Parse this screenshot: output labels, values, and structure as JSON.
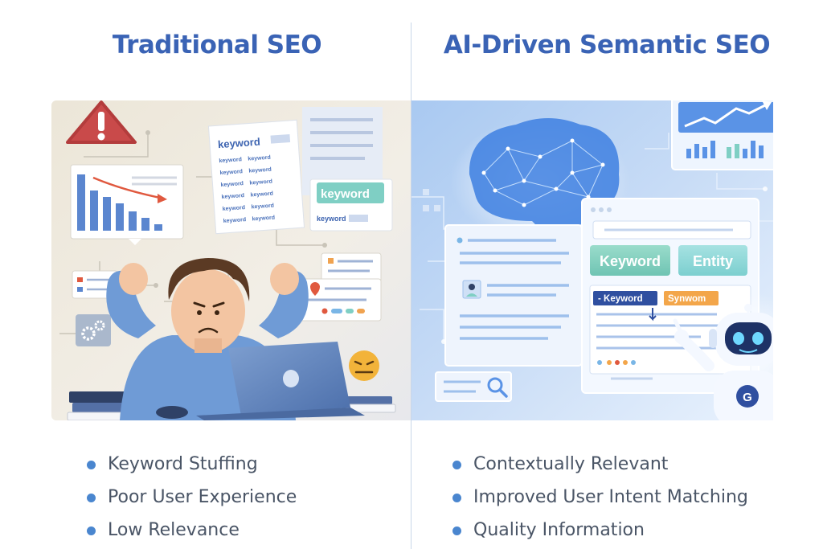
{
  "left_panel": {
    "title": "Traditional SEO",
    "illustration": {
      "warning_icon": "warning-triangle-icon",
      "doc_heading": "keyword",
      "doc_rows": [
        "keyword",
        "keyword",
        "keyword",
        "keyword",
        "keyword",
        "keyword",
        "keyword",
        "keyword",
        "keyword",
        "keyword",
        "keyword",
        "keyword"
      ],
      "callout_tag": "keyword",
      "callout_sub": "keyword",
      "emoji": "frustrated-face-icon",
      "gear_icon": "gears-icon"
    },
    "bullets": [
      "Keyword Stuffing",
      "Poor User Experience",
      "Low Relevance"
    ]
  },
  "right_panel": {
    "title": "AI-Driven Semantic SEO",
    "illustration": {
      "brain_icon": "neural-brain-icon",
      "tags": [
        "Keyword",
        "Entity"
      ],
      "chips": [
        "- Keyword",
        "Synwom"
      ],
      "robot_badge": "G",
      "robot_icon": "robot-assistant-icon"
    },
    "bullets": [
      "Contextually Relevant",
      "Improved User Intent Matching",
      "Quality Information"
    ]
  },
  "colors": {
    "title": "#3a63b5",
    "bullet_dot": "#4a86cf",
    "bullet_text": "#4a5566",
    "left_bg": "#efe9dc",
    "right_bg": "#bcd6f4",
    "keyword_tag": "#7fcfc4",
    "entity_tag": "#8fd6d0",
    "chip_keyword": "#2f4fa0",
    "chip_synonym": "#f3a64a"
  }
}
